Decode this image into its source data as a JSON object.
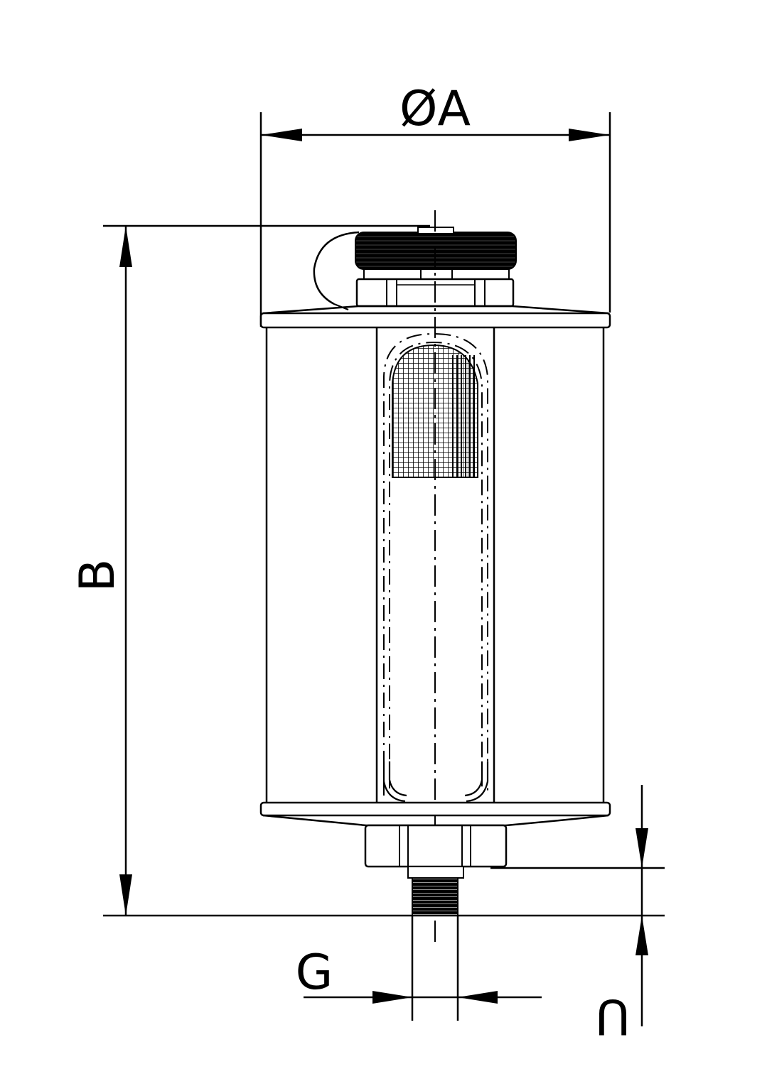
{
  "dimensions": {
    "diameter": {
      "symbol": "Ø",
      "label": "A"
    },
    "height": {
      "label": "B"
    },
    "thread": {
      "label": "G"
    },
    "spigot": {
      "label": "U"
    }
  },
  "colors": {
    "line": "#000000",
    "background": "#ffffff"
  }
}
